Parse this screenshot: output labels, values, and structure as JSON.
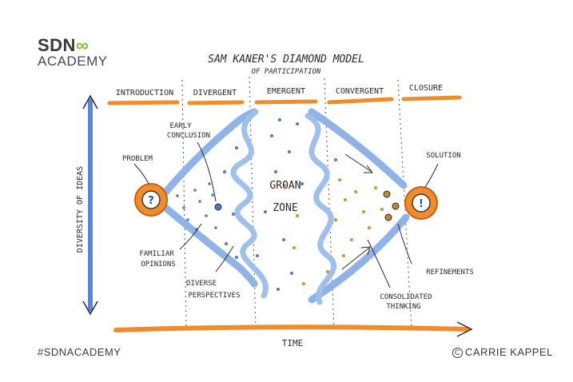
{
  "brand": {
    "name_prefix": "SDN",
    "name_suffix": "∞",
    "subtitle": "ACADEMY"
  },
  "title": {
    "line1": "SAM KANER'S DIAMOND MODEL",
    "line2": "OF PARTICIPATION"
  },
  "phases": [
    "INTRODUCTION",
    "DIVERGENT",
    "EMERGENT",
    "CONVERGENT",
    "CLOSURE"
  ],
  "labels": {
    "early_conclusion_1": "EARLY",
    "early_conclusion_2": "CONCLUSION",
    "problem": "PROBLEM",
    "solution": "SOLUTION",
    "groan": "GROAN",
    "zone": "ZONE",
    "familiar_1": "FAMILIAR",
    "familiar_2": "OPINIONS",
    "diverse_1": "DIVERSE",
    "diverse_2": "PERSPECTIVES",
    "refinements": "REFINEMENTS",
    "consolidated_1": "CONSOLIDATED",
    "consolidated_2": "THINKING",
    "y_axis": "DIVERSITY OF IDEAS",
    "x_axis": "TIME"
  },
  "icons": {
    "problem": "question-mark-icon",
    "solution": "exclamation-mark-icon"
  },
  "colors": {
    "blue": "#8fb3e6",
    "orange": "#f08c2a",
    "ink": "#2a2a2a",
    "green": "#7bbf3a"
  },
  "footer": {
    "hashtag": "#SDNACADEMY",
    "credit": "CARRIE KAPPEL"
  }
}
